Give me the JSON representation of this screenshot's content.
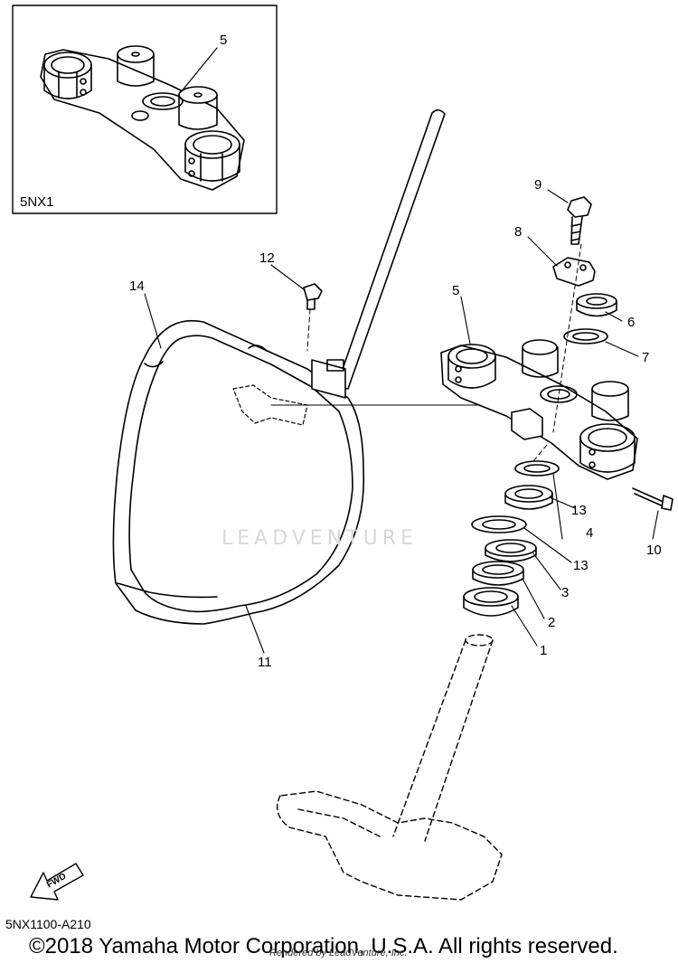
{
  "inset": {
    "label": "5NX1",
    "callout": "5"
  },
  "callouts": {
    "c1": "1",
    "c2": "2",
    "c3": "3",
    "c4": "4",
    "c5": "5",
    "c6": "6",
    "c7": "7",
    "c8": "8",
    "c9": "9",
    "c10": "10",
    "c11": "11",
    "c12": "12",
    "c13a": "13",
    "c13b": "13",
    "c14": "14"
  },
  "fwd_label": "FWD",
  "watermark": "LEADVENTURE",
  "diagram_code": "5NX1100-A210",
  "copyright": "©2018 Yamaha Motor Corporation, U.S.A. All rights reserved.",
  "rendered_by": "Rendered by LeadVenture, Inc."
}
